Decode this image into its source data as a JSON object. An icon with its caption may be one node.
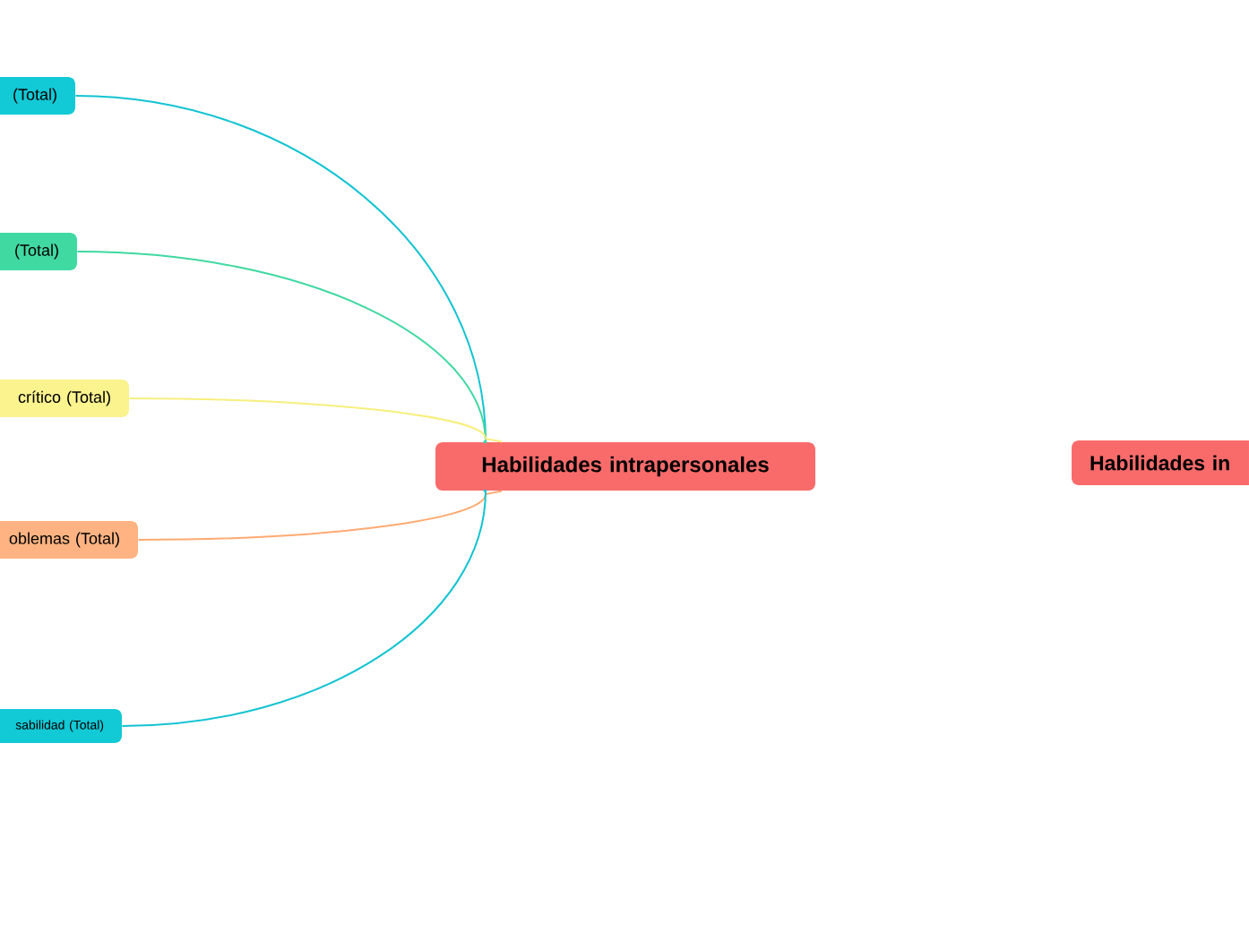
{
  "diagram": {
    "nodes": [
      {
        "text": [
          "Habilidades intrapersonales"
        ]
      },
      {
        "text": [
          "(Total)"
        ]
      },
      {
        "text": [
          "(Total)"
        ]
      },
      {
        "text": [
          "crítico (Total)"
        ]
      },
      {
        "text": [
          "oblemas (Total)"
        ]
      },
      {
        "text": [
          "sabilidad (Total)"
        ]
      },
      {
        "text": [
          "Habilidades in"
        ]
      }
    ],
    "edges": [
      {
        "from": 0,
        "to": 1,
        "arrow": "none",
        "color": "#12c3d2"
      },
      {
        "from": 0,
        "to": 2,
        "arrow": "none",
        "color": "#3ed8a0"
      },
      {
        "from": 0,
        "to": 3,
        "arrow": "none",
        "color": "#f7ef7e"
      },
      {
        "from": 0,
        "to": 4,
        "arrow": "none",
        "color": "#ffaa72"
      },
      {
        "from": 0,
        "to": 5,
        "arrow": "none",
        "color": "#12c3d2"
      }
    ]
  }
}
